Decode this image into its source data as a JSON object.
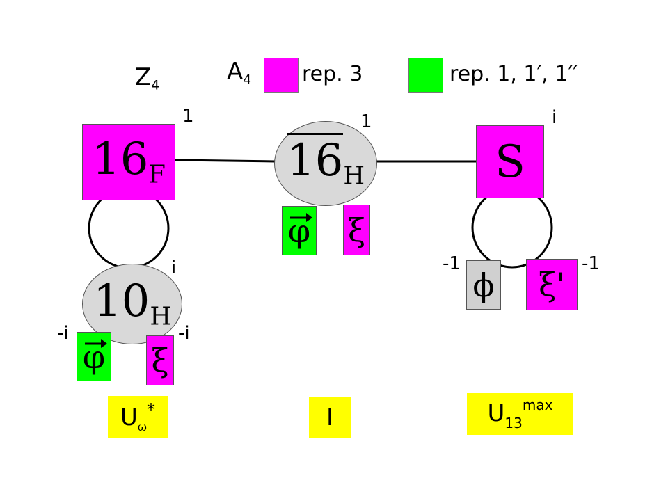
{
  "legend": {
    "z4_label": "Z",
    "z4_sub": "4",
    "a4_label": "A",
    "a4_sub": "4",
    "rep3_label": "rep. 3",
    "rep1_label": "rep. 1, 1′, 1′′",
    "rep3_color": "#ff00ff",
    "rep1_color": "#00ff00"
  },
  "nodes": {
    "f16": {
      "main": "16",
      "sub": "F",
      "phase": "1"
    },
    "h16bar": {
      "main": "16",
      "sub": "H",
      "phase": "1"
    },
    "s": {
      "main": "S",
      "phase": "i"
    },
    "h10": {
      "main": "10",
      "sub": "H",
      "phase": "i"
    }
  },
  "fields": {
    "phi_vec_mid": "φ",
    "xi_mid": "ξ",
    "phi_scalar": "ϕ",
    "xi_prime": "ξ'",
    "phi_vec_low": "φ",
    "xi_low": "ξ",
    "phase_phi_scalar": "-1",
    "phase_xi_prime": "-1",
    "phase_phi_low": "-i",
    "phase_xi_low": "-i"
  },
  "results": {
    "u_omega": "U",
    "u_omega_sub": "ω",
    "u_omega_sup": "*",
    "identity": "I",
    "u13": "U",
    "u13_sub": "13",
    "u13_sup": "max"
  },
  "colors": {
    "magenta": "#ff00ff",
    "green": "#00ff00",
    "gray_node": "#d9d9d9",
    "gray_box": "#d0d0d0",
    "yellow": "#ffff00"
  }
}
